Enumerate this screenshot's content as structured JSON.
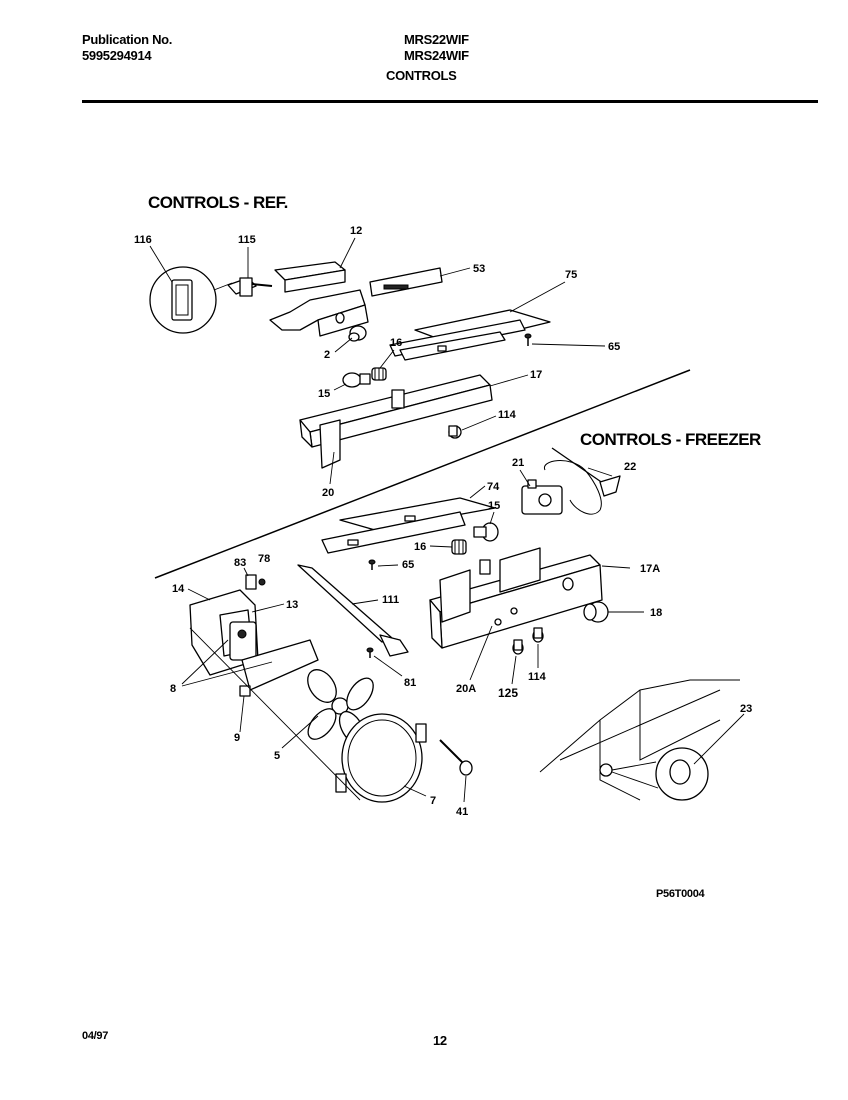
{
  "header": {
    "publication_label": "Publication No.",
    "publication_number": "5995294914",
    "model_1": "MRS22WIF",
    "model_2": "MRS24WIF",
    "section": "CONTROLS"
  },
  "sections": {
    "ref_title": "CONTROLS - REF.",
    "freezer_title": "CONTROLS - FREEZER"
  },
  "callouts": {
    "c116": "116",
    "c115": "115",
    "c12": "12",
    "c53": "53",
    "c75": "75",
    "c65a": "65",
    "c2": "2",
    "c16a": "16",
    "c15a": "15",
    "c17": "17",
    "c114a": "114",
    "c20": "20",
    "c22": "22",
    "c21": "21",
    "c74": "74",
    "c15b": "15",
    "c16b": "16",
    "c65b": "65",
    "c17a": "17A",
    "c83": "83",
    "c78": "78",
    "c14": "14",
    "c13": "13",
    "c111": "111",
    "c18": "18",
    "c8": "8",
    "c81": "81",
    "c20a": "20A",
    "c125": "125",
    "c114b": "114",
    "c9": "9",
    "c5": "5",
    "c23": "23",
    "c7": "7",
    "c41": "41"
  },
  "figure_code": "P56T0004",
  "footer": {
    "date": "04/97",
    "page": "12"
  }
}
